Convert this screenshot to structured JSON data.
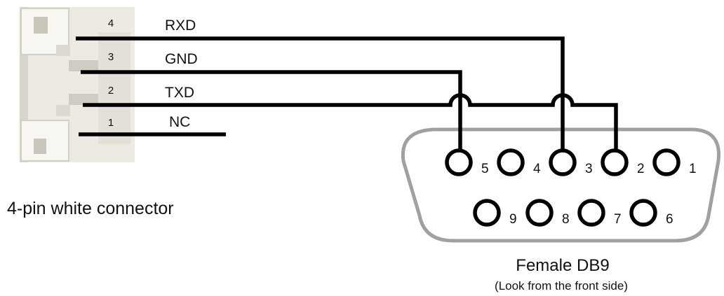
{
  "connector": {
    "caption": "4-pin white connector",
    "pins": [
      {
        "num": "4",
        "signal": "RXD"
      },
      {
        "num": "3",
        "signal": "GND"
      },
      {
        "num": "2",
        "signal": "TXD"
      },
      {
        "num": "1",
        "signal": "NC"
      }
    ]
  },
  "db9": {
    "title": "Female DB9",
    "subtitle": "(Look from the front side)",
    "top_row": [
      "5",
      "4",
      "3",
      "2",
      "1"
    ],
    "bottom_row": [
      "9",
      "8",
      "7",
      "6"
    ]
  },
  "connections": [
    {
      "from": "RXD",
      "to": "3"
    },
    {
      "from": "GND",
      "to": "5"
    },
    {
      "from": "TXD",
      "to": "2"
    }
  ],
  "colors": {
    "wire": "#000000",
    "db9_outline": "#a0a0a0",
    "connector_body": "#ecebe3",
    "connector_shade": "#cfcdc2"
  }
}
